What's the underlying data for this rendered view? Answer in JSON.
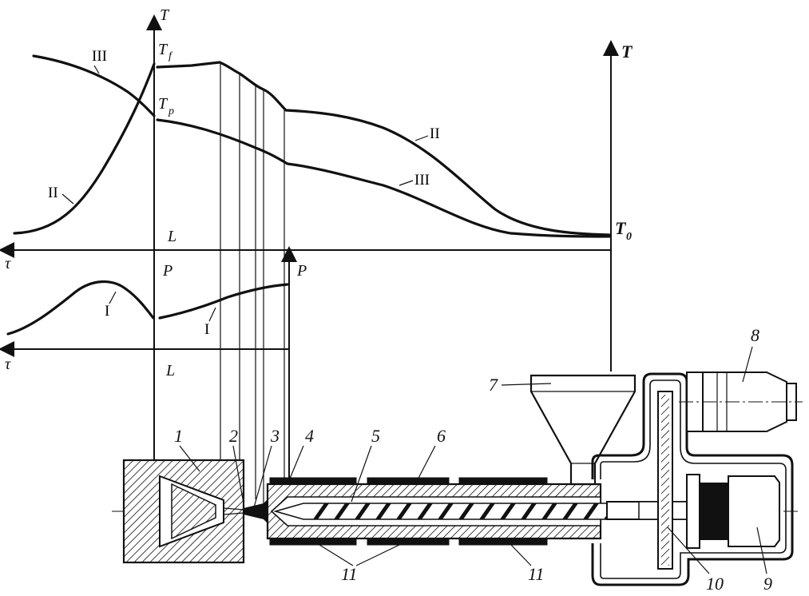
{
  "upper_graph": {
    "axis_T_left": "T",
    "axis_T_right": "T",
    "label_T_f": "T",
    "label_T_f_sub": "f",
    "label_T_p": "T",
    "label_T_p_sub": "p",
    "label_T0": "T",
    "label_T0_sub": "0",
    "axis_L": "L",
    "axis_tau": "τ",
    "curve_labels": {
      "III_top_left": "III",
      "II_left": "II",
      "II_right": "II",
      "III_right": "III"
    }
  },
  "lower_graph": {
    "axis_P_left": "P",
    "axis_P_right": "P",
    "axis_L": "L",
    "axis_tau": "τ",
    "curve_labels": {
      "I_left": "I",
      "I_right": "I"
    }
  },
  "machine_parts": {
    "p1": "1",
    "p2": "2",
    "p3": "3",
    "p4": "4",
    "p5": "5",
    "p6": "6",
    "p7": "7",
    "p8": "8",
    "p9": "9",
    "p10": "10",
    "p11a": "11",
    "p11b": "11"
  }
}
